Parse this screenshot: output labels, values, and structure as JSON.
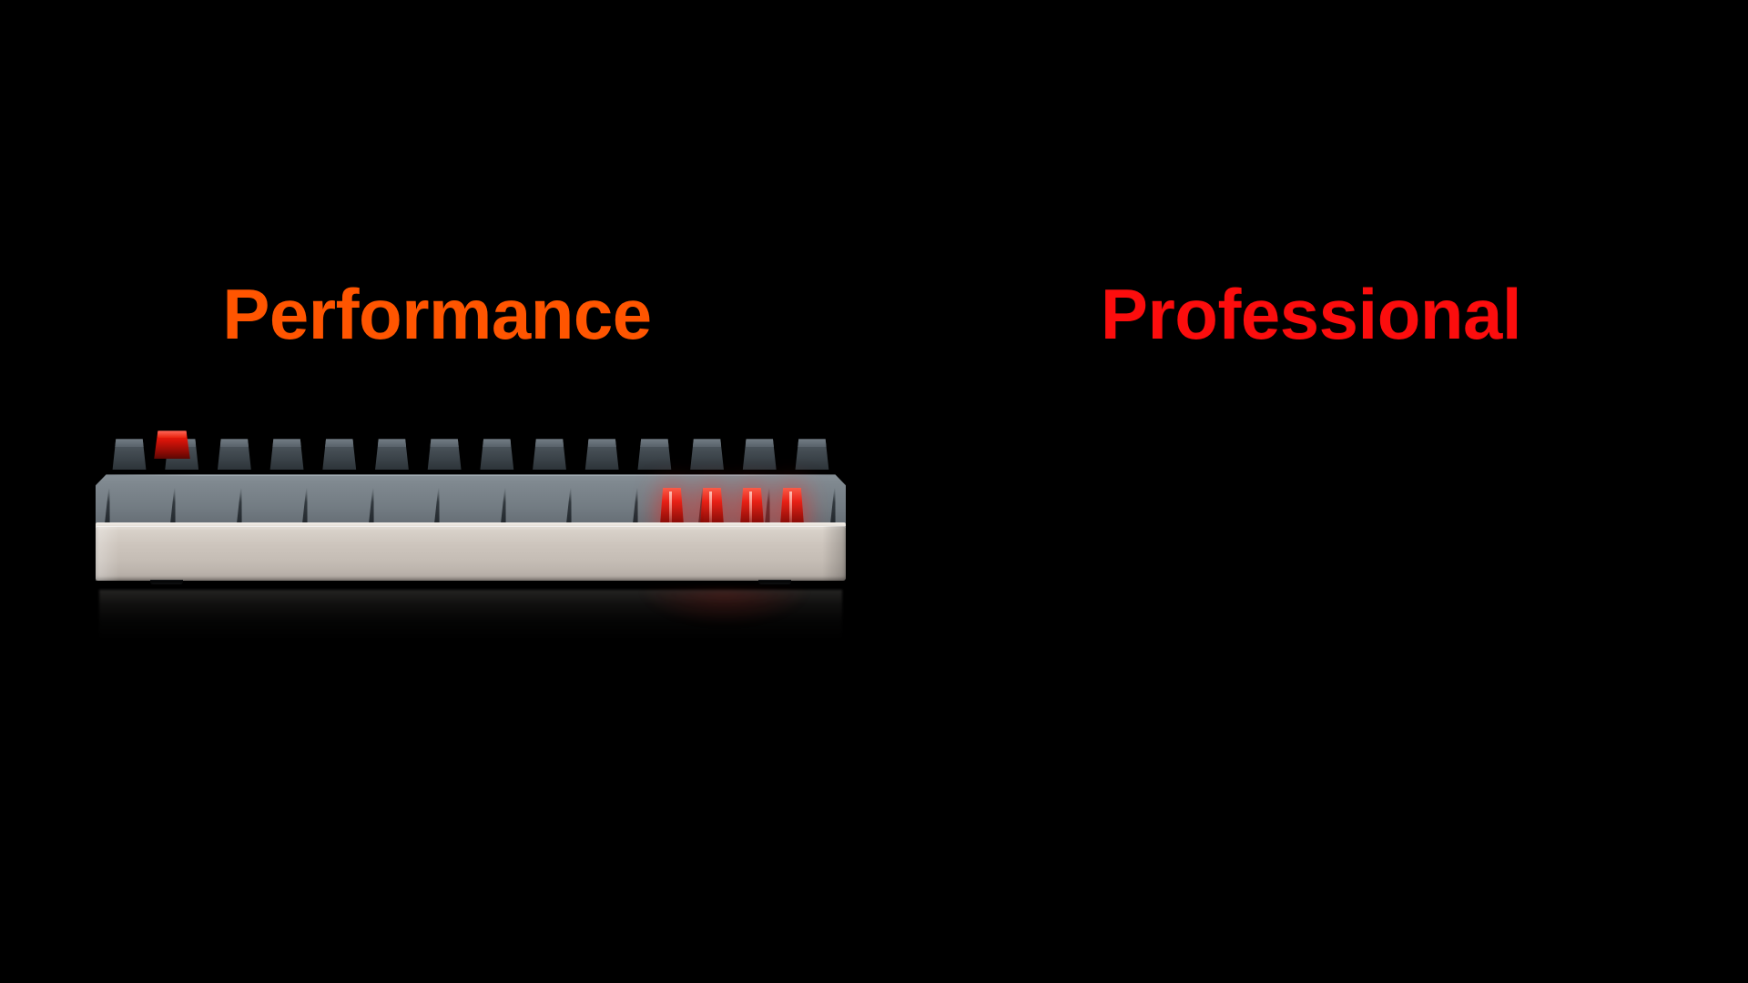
{
  "scene": {
    "background_color": "#000000",
    "layout": "two-column product comparison",
    "subject": "mechanical keyboard side profile"
  },
  "panels": [
    {
      "id": "performance",
      "title": "Performance",
      "title_color": "#ff5500",
      "keyboard": {
        "case_color": "#cdc5bd",
        "case_finish": "brushed champagne aluminium",
        "keycap_color": "#7e878e",
        "accent_keycap_color": "#d81409",
        "accent_keycap_name": "esc-keycap",
        "backlight_color": "#ff1e14",
        "backlight_zone": "right key cluster",
        "has_light_strip": false
      }
    },
    {
      "id": "professional",
      "title": "Professional",
      "title_color": "#fc0d0d",
      "keyboard": {
        "case_color": "#cdc5bd",
        "case_finish": "brushed champagne aluminium",
        "keycap_color": "#7e878e",
        "accent_keycap_color": "#d81409",
        "accent_keycap_name": "esc-keycap",
        "backlight_color": "#ff1e14",
        "backlight_zone": "right key cluster",
        "has_light_strip": true,
        "light_strip_color": "#ffffff"
      }
    }
  ]
}
